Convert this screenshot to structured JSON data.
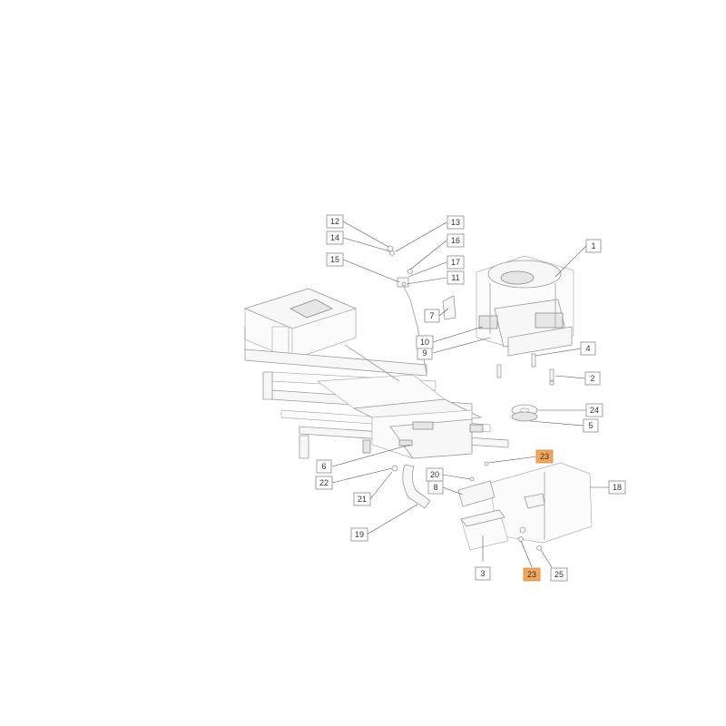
{
  "diagram": {
    "highlight_color": "#f2a65a",
    "callouts": [
      {
        "label": "1",
        "highlight": false
      },
      {
        "label": "2",
        "highlight": false
      },
      {
        "label": "3",
        "highlight": false
      },
      {
        "label": "4",
        "highlight": false
      },
      {
        "label": "5",
        "highlight": false
      },
      {
        "label": "6",
        "highlight": false
      },
      {
        "label": "7",
        "highlight": false
      },
      {
        "label": "8",
        "highlight": false
      },
      {
        "label": "9",
        "highlight": false
      },
      {
        "label": "10",
        "highlight": false
      },
      {
        "label": "11",
        "highlight": false
      },
      {
        "label": "12",
        "highlight": false
      },
      {
        "label": "13",
        "highlight": false
      },
      {
        "label": "14",
        "highlight": false
      },
      {
        "label": "15",
        "highlight": false
      },
      {
        "label": "16",
        "highlight": false
      },
      {
        "label": "17",
        "highlight": false
      },
      {
        "label": "18",
        "highlight": false
      },
      {
        "label": "19",
        "highlight": false
      },
      {
        "label": "20",
        "highlight": false
      },
      {
        "label": "21",
        "highlight": false
      },
      {
        "label": "22",
        "highlight": false
      },
      {
        "label": "23",
        "highlight": true
      },
      {
        "label": "23",
        "highlight": true
      },
      {
        "label": "24",
        "highlight": false
      },
      {
        "label": "25",
        "highlight": false
      }
    ]
  }
}
